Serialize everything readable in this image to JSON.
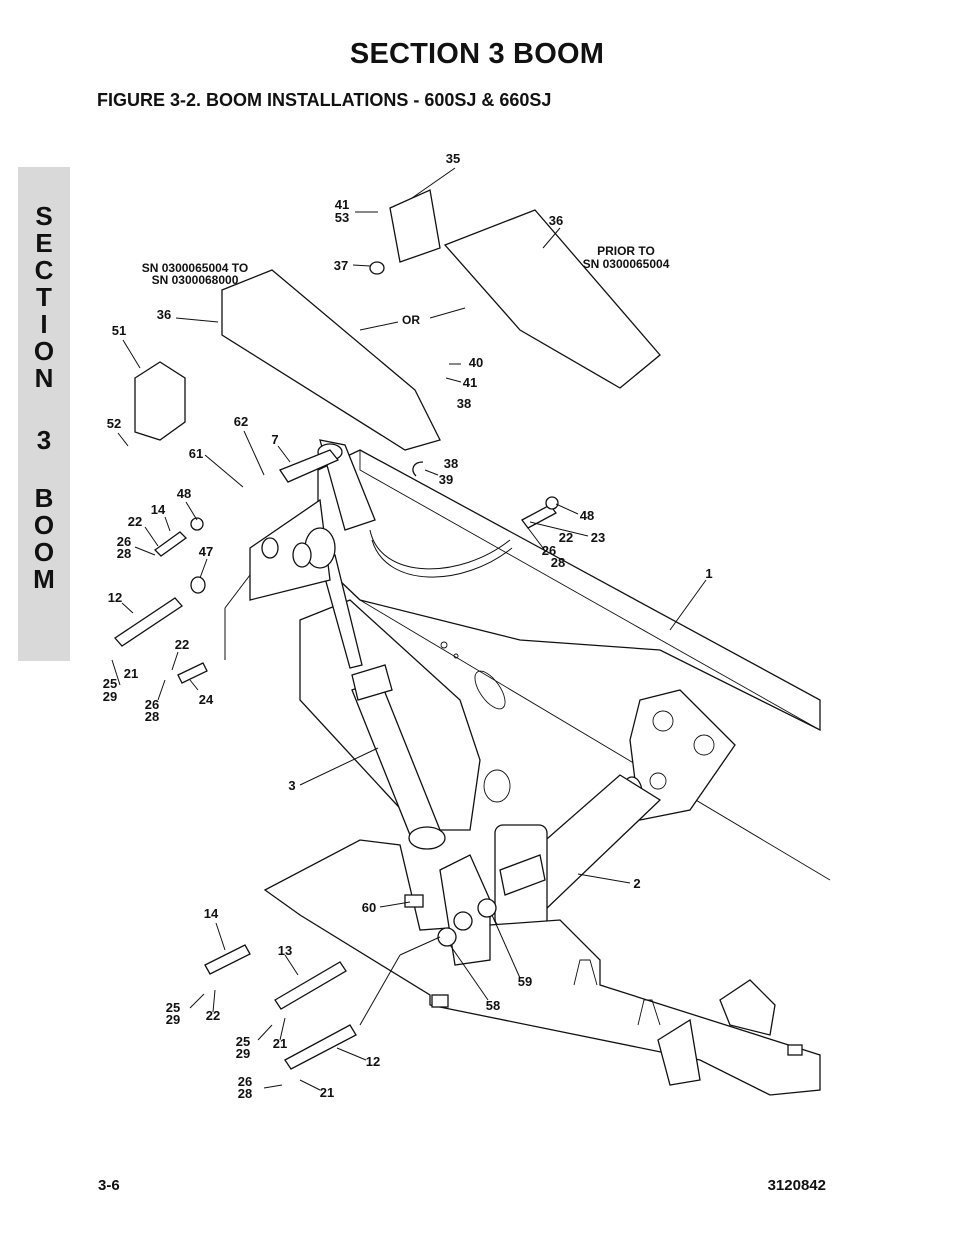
{
  "header": {
    "section_title": "SECTION 3   BOOM",
    "figure_title": "FIGURE 3-2.    BOOM INSTALLATIONS - 600SJ & 660SJ"
  },
  "side_tab": {
    "letters": [
      "S",
      "E",
      "C",
      "T",
      "I",
      "O",
      "N",
      "",
      "3",
      "",
      "B",
      "O",
      "O",
      "M"
    ]
  },
  "notes": {
    "serial_range_line1": "SN 0300065004 TO",
    "serial_range_line2": "SN 0300068000",
    "prior_line1": "PRIOR TO",
    "prior_line2": "SN 0300065004",
    "or": "OR"
  },
  "callouts": [
    "35",
    "41",
    "53",
    "36",
    "37",
    "36",
    "51",
    "52",
    "62",
    "7",
    "61",
    "40",
    "41",
    "38",
    "38",
    "39",
    "48",
    "14",
    "22",
    "26",
    "28",
    "47",
    "12",
    "25",
    "29",
    "21",
    "22",
    "26",
    "28",
    "24",
    "48",
    "22",
    "23",
    "26",
    "28",
    "1",
    "3",
    "2",
    "60",
    "14",
    "13",
    "25",
    "29",
    "22",
    "25",
    "29",
    "21",
    "12",
    "26",
    "28",
    "21",
    "59",
    "58"
  ],
  "footer": {
    "page": "3-6",
    "doc_number": "3120842"
  }
}
